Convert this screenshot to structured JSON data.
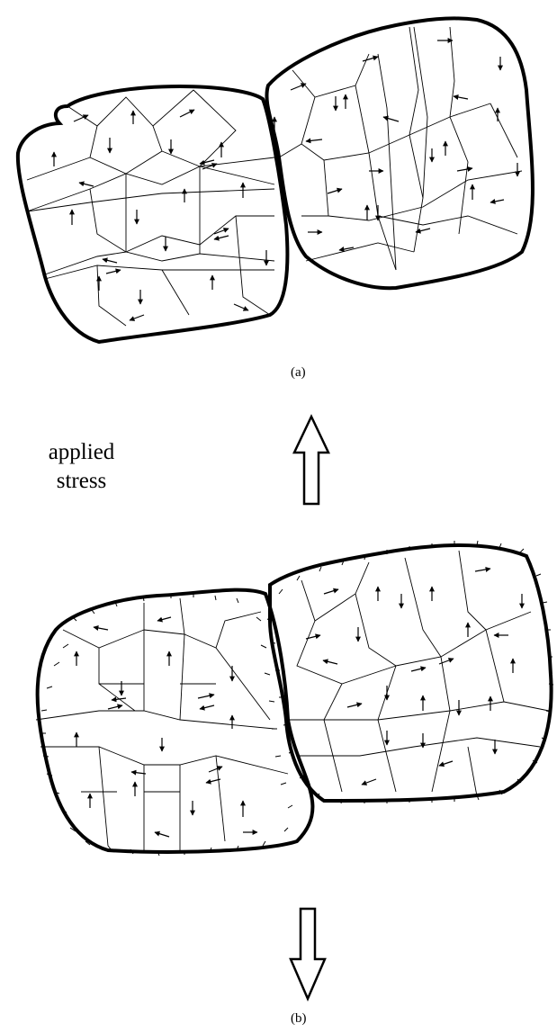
{
  "figure": {
    "panel_a_label": "(a)",
    "panel_b_label": "(b)",
    "stress_label_line1": "applied",
    "stress_label_line2": "stress"
  }
}
